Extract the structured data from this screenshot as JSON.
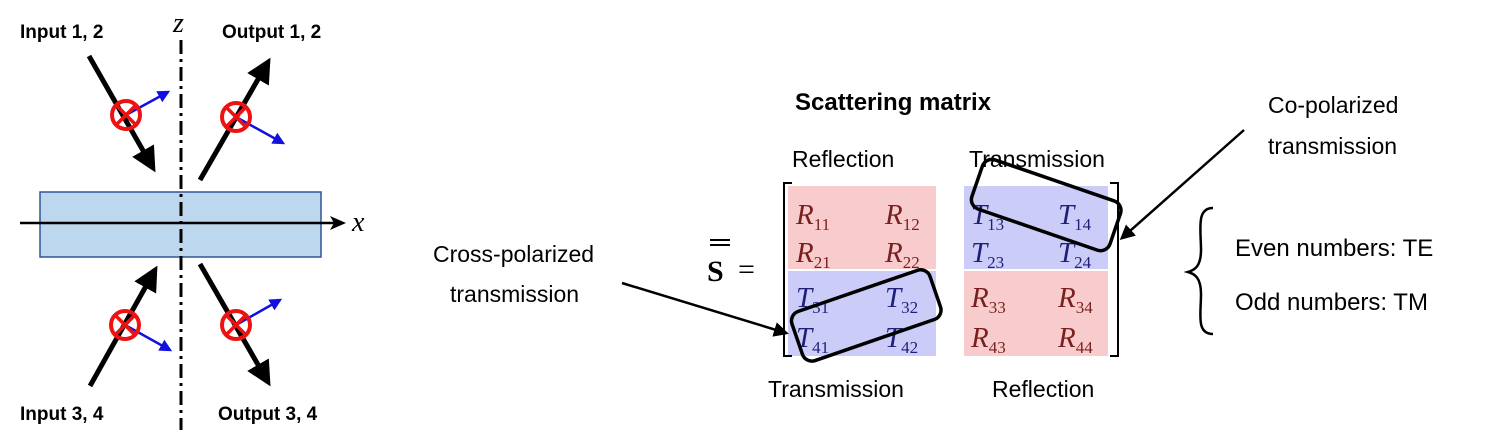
{
  "left_figure": {
    "input_top_label": "Input 1, 2",
    "output_top_label": "Output 1, 2",
    "input_bottom_label": "Input 3, 4",
    "output_bottom_label": "Output 3, 4",
    "z_axis_label": "z",
    "x_axis_label": "x"
  },
  "matrix_panel": {
    "title": "Scattering matrix",
    "symbol": "S",
    "equals": "=",
    "reflection_top_label": "Reflection",
    "transmission_top_label": "Transmission",
    "transmission_bottom_label": "Transmission",
    "reflection_bottom_label": "Reflection",
    "entries": [
      {
        "letter": "R",
        "sub": "11"
      },
      {
        "letter": "R",
        "sub": "12"
      },
      {
        "letter": "T",
        "sub": "13"
      },
      {
        "letter": "T",
        "sub": "14"
      },
      {
        "letter": "R",
        "sub": "21"
      },
      {
        "letter": "R",
        "sub": "22"
      },
      {
        "letter": "T",
        "sub": "23"
      },
      {
        "letter": "T",
        "sub": "24"
      },
      {
        "letter": "T",
        "sub": "31"
      },
      {
        "letter": "T",
        "sub": "32"
      },
      {
        "letter": "R",
        "sub": "33"
      },
      {
        "letter": "R",
        "sub": "34"
      },
      {
        "letter": "T",
        "sub": "41"
      },
      {
        "letter": "T",
        "sub": "42"
      },
      {
        "letter": "R",
        "sub": "43"
      },
      {
        "letter": "R",
        "sub": "44"
      }
    ],
    "cross_polarized_line1": "Cross-polarized",
    "cross_polarized_line2": "transmission",
    "co_polarized_line1": "Co-polarized",
    "co_polarized_line2": "transmission",
    "even_label": "Even numbers: TE",
    "odd_label": "Odd numbers: TM"
  },
  "colors": {
    "reflection_fill": "#f8cccc",
    "transmission_fill": "#ccccf8",
    "slab_fill": "#bdd7ee",
    "slab_stroke": "#2f5597",
    "te_marker": "#ee1111",
    "tm_arrow": "#1010e0",
    "reflection_text": "#7a1f1f",
    "transmission_text": "#1f1f7a"
  }
}
